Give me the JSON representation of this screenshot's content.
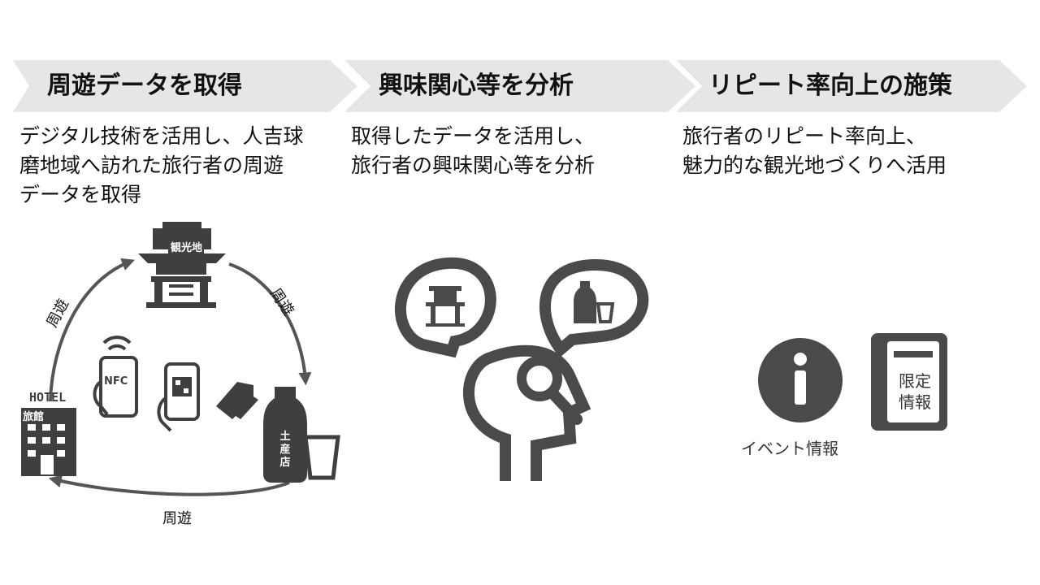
{
  "steps": [
    {
      "title": "周遊データを取得",
      "desc": [
        "デジタル技術を活用し、人吉球",
        "磨地域へ訪れた旅行者の周遊",
        "データを取得"
      ]
    },
    {
      "title": "興味関心等を分析",
      "desc": [
        "取得したデータを活用し、",
        "旅行者の興味関心等を分析"
      ]
    },
    {
      "title": "リピート率向上の施策",
      "desc": [
        "旅行者のリピート率向上、",
        "魅力的な観光地づくりへ活用"
      ]
    }
  ],
  "diagram1": {
    "sightseeing": "観光地",
    "hotel_en": "HOTEL",
    "hotel_ja": "旅館",
    "shop": [
      "土",
      "産",
      "店"
    ],
    "nfc": "NFC",
    "tour_left": "周遊",
    "tour_right": "周遊",
    "tour_bottom": "周遊"
  },
  "diagram3": {
    "event_label": "イベント情報",
    "limited_info": [
      "限定",
      "情報"
    ]
  }
}
